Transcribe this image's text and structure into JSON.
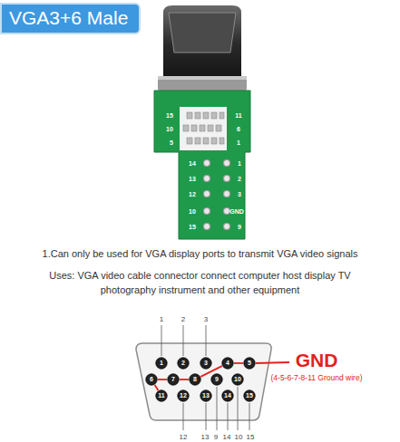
{
  "diagram": {
    "nodes": [
      {
        "text": [
          "VGA3+6 Male"
        ]
      },
      {
        "text": [
          "1"
        ]
      },
      {
        "text": [
          "2"
        ]
      },
      {
        "text": [
          "3"
        ]
      },
      {
        "text": [
          "4"
        ]
      },
      {
        "text": [
          "5"
        ]
      },
      {
        "text": [
          "6"
        ]
      },
      {
        "text": [
          "7"
        ]
      },
      {
        "text": [
          "8"
        ]
      },
      {
        "text": [
          "9"
        ]
      },
      {
        "text": [
          "10"
        ]
      },
      {
        "text": [
          "11"
        ]
      },
      {
        "text": [
          "12"
        ]
      },
      {
        "text": [
          "13"
        ]
      },
      {
        "text": [
          "14"
        ]
      },
      {
        "text": [
          "15"
        ]
      }
    ],
    "edges": [
      {
        "from": 4,
        "to": 5,
        "arrow": "none"
      },
      {
        "from": 6,
        "to": 7,
        "arrow": "none"
      },
      {
        "from": 7,
        "to": 8,
        "arrow": "none"
      },
      {
        "from": 8,
        "to": 4,
        "arrow": "none"
      },
      {
        "from": 6,
        "to": 11,
        "arrow": "none"
      }
    ],
    "labels": [
      "15",
      "11",
      "10",
      "6",
      "5",
      "1",
      "14",
      "1",
      "13",
      "2",
      "12",
      "3",
      "10",
      "GND",
      "15",
      "9",
      "1.Can only be used for VGA display ports to transmit VGA video signals",
      "Uses: VGA video cable connector connect computer host display TV photography instrument and other equipment",
      "1",
      "2",
      "3",
      "12",
      "13",
      "9",
      "14",
      "10",
      "15",
      "GND",
      "(4-5-6-7-8-11 Ground wire)"
    ]
  }
}
